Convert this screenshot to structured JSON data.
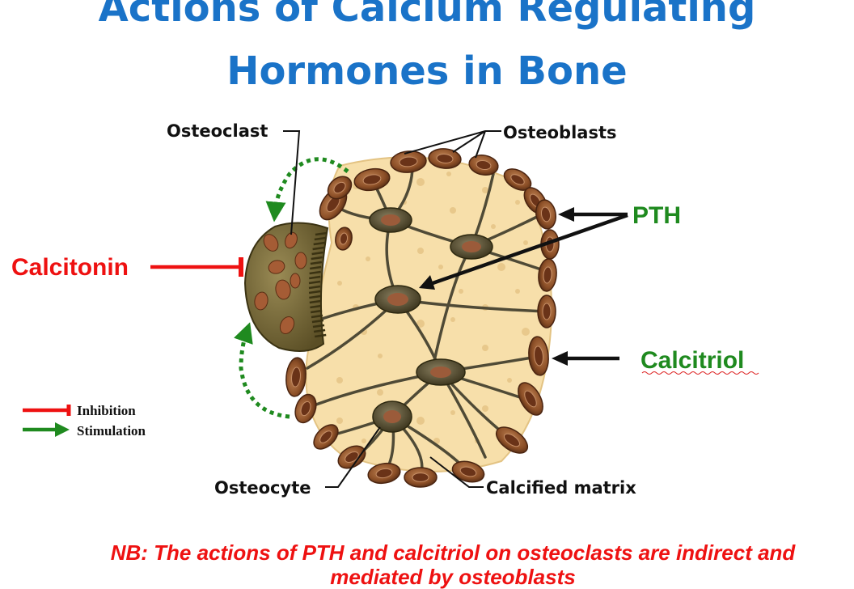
{
  "title": {
    "line1": "Actions of Calcium Regulating",
    "line2": "Hormones in Bone"
  },
  "labels": {
    "osteoclast": "Osteoclast",
    "osteoblasts": "Osteoblasts",
    "osteocyte": "Osteocyte",
    "calcified_matrix": "Calcified matrix"
  },
  "hormones": {
    "calcitonin": "Calcitonin",
    "pth": "PTH",
    "calcitriol": "Calcitriol"
  },
  "legend": {
    "inhibition": "Inhibition",
    "stimulation": "Stimulation"
  },
  "note": {
    "line1": "NB: The actions of PTH and calcitriol on osteoclasts are indirect and",
    "line2": "mediated by osteoblasts"
  },
  "colors": {
    "title": "#1a73c8",
    "inhibition": "#ee1111",
    "stimulation": "#1f8a1f",
    "matrix": "#f7dfaa",
    "osteoblast": "#9a5a2e",
    "osteocyte": "#6b6040",
    "osteoclast": "#75663a"
  }
}
